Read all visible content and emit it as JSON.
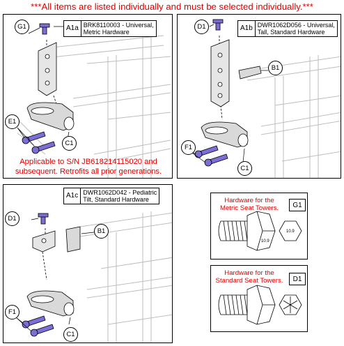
{
  "header": {
    "notice": "***All items are listed individually and must be selected individually.***"
  },
  "panels": {
    "a1a": {
      "code": "A1a",
      "desc": [
        "BRK8110003 - Universal,",
        "Metric Hardware"
      ],
      "callouts": {
        "g1": "G1",
        "e1": "E1",
        "c1": "C1"
      },
      "note": [
        "Applicable to S/N JB618214115020 and",
        "subsequent. Retrofits all prior generations."
      ]
    },
    "a1b": {
      "code": "A1b",
      "desc": [
        "DWR1062D056 - Universal,",
        "Tall, Standard Hardware"
      ],
      "callouts": {
        "d1": "D1",
        "b1": "B1",
        "f1": "F1",
        "c1": "C1"
      }
    },
    "a1c": {
      "code": "A1c",
      "desc": [
        "DWR1062D042 - Pediatric",
        "Tilt, Standard Hardware"
      ],
      "callouts": {
        "d1": "D1",
        "b1": "B1",
        "f1": "F1",
        "c1": "C1"
      }
    },
    "hw_metric": {
      "title": [
        "Hardware for the",
        "Metric Seat Towers."
      ],
      "code": "G1",
      "marking": "10.9"
    },
    "hw_standard": {
      "title": [
        "Hardware for the",
        "Standard Seat Towers."
      ],
      "code": "D1"
    }
  },
  "colors": {
    "accent": "#e00000",
    "hardware": "#7b6fd6",
    "frame": "#bdbdbd"
  }
}
